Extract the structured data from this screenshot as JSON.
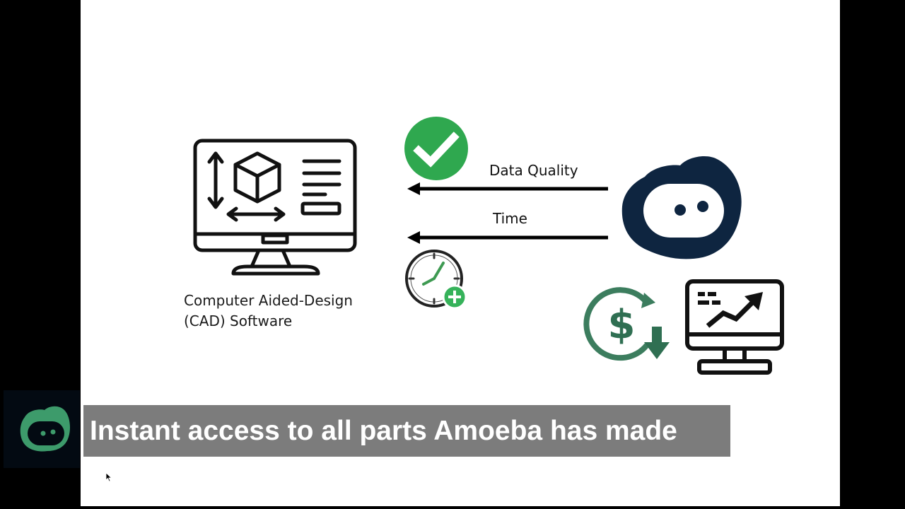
{
  "slide": {
    "cad_label_line1": "Computer Aided-Design",
    "cad_label_line2": "(CAD) Software",
    "arrow_top_label": "Data Quality",
    "arrow_bottom_label": "Time"
  },
  "caption": {
    "text": "Instant access to all parts Amoeba has made"
  },
  "colors": {
    "check_green": "#2fa84f",
    "amoeba_navy": "#0e2540",
    "logo_green": "#3d9b6b",
    "dollar_green": "#3c7d5e",
    "caption_bg": "#7c7c7c"
  },
  "icons": {
    "cad": "computer-monitor-cube-icon",
    "check": "check-circle-icon",
    "clock": "clock-plus-icon",
    "amoeba": "amoeba-logo-icon",
    "dollar": "dollar-down-icon",
    "growth": "monitor-growth-chart-icon",
    "cursor": "mouse-cursor-icon"
  }
}
